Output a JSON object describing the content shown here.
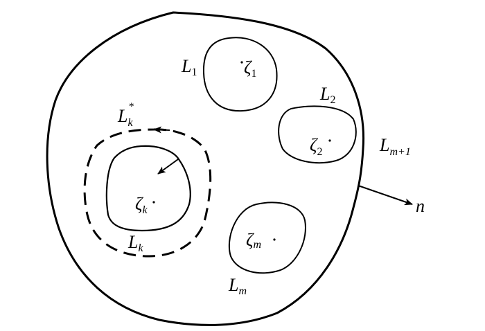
{
  "diagram": {
    "outer_boundary": {
      "label": "L",
      "subscript": "m+1"
    },
    "normal": {
      "label": "n"
    },
    "contours": [
      {
        "label": "L",
        "subscript": "1",
        "point": "ζ",
        "point_sub": "1"
      },
      {
        "label": "L",
        "subscript": "2",
        "point": "ζ",
        "point_sub": "2"
      },
      {
        "label": "L",
        "subscript": "k",
        "point": "ζ",
        "point_sub": "k"
      },
      {
        "label": "L",
        "subscript": "m",
        "point": "ζ",
        "point_sub": "m"
      }
    ],
    "dashed_contour": {
      "label": "L",
      "subscript": "k",
      "superscript": "*"
    },
    "stroke_color": "#000000"
  }
}
